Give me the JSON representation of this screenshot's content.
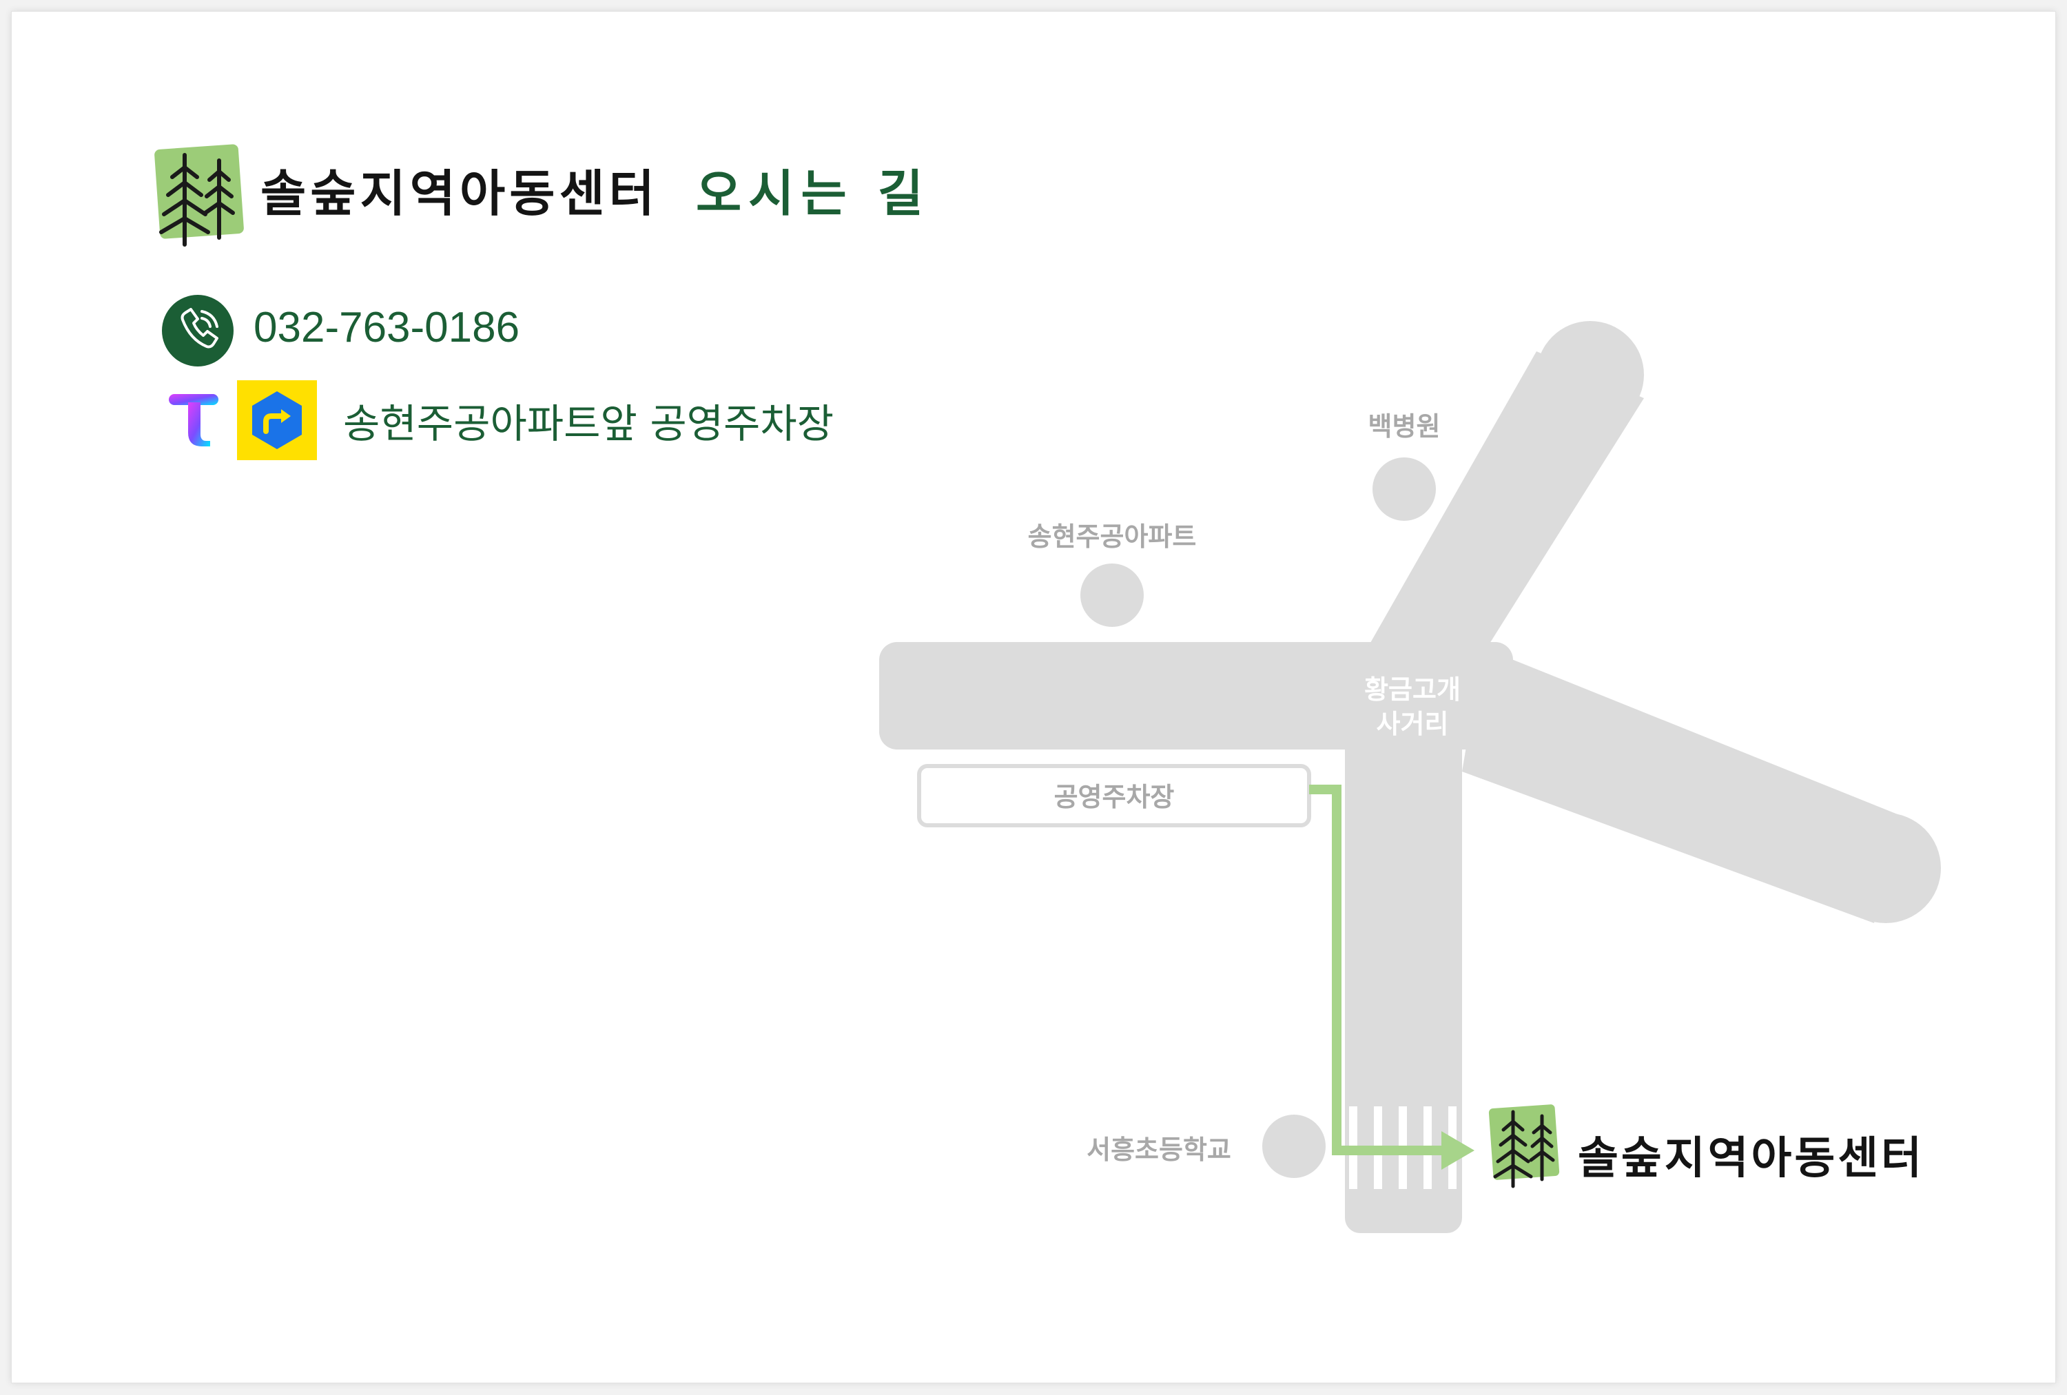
{
  "header": {
    "center_name": "솔숲지역아동센터",
    "subtitle": "오시는 길"
  },
  "contact": {
    "phone": "032-763-0186",
    "parking": "송현주공아파트앞 공영주차장"
  },
  "icons": {
    "logo": "pine-tree-logo-icon",
    "phone": "phone-icon",
    "tmap": "tmap-icon",
    "kakaonavi": "kakaonavi-icon"
  },
  "map": {
    "labels": {
      "hospital": "백병원",
      "apartment": "송현주공아파트",
      "intersection_line1": "황금고개",
      "intersection_line2": "사거리",
      "parking_lot": "공영주차장",
      "school": "서흥초등학교"
    },
    "destination": "솔숲지역아동센터"
  },
  "colors": {
    "brand_green": "#1b5e35",
    "route_green": "#a7d48a",
    "road_gray": "#dcdcdc",
    "logo_green": "#9ccc78"
  }
}
